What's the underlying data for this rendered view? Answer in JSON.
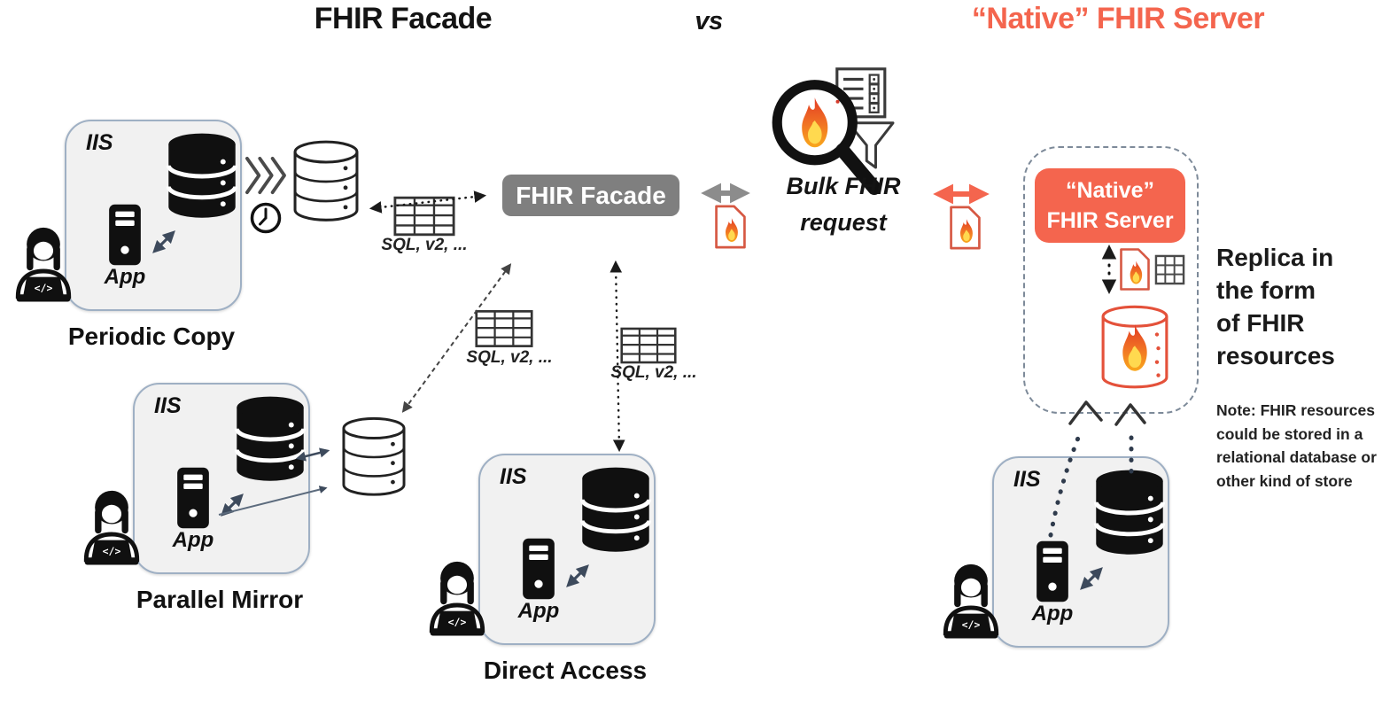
{
  "header": {
    "left_title": "FHIR Facade",
    "vs": "vs",
    "right_title": "“Native” FHIR Server"
  },
  "facade": {
    "label": "FHIR Facade"
  },
  "bulk_request": {
    "line1": "Bulk FHIR",
    "line2": "request"
  },
  "native": {
    "line1": "“Native”",
    "line2": "FHIR Server"
  },
  "groups": [
    {
      "iis": "IIS",
      "app": "App",
      "caption": "Periodic Copy"
    },
    {
      "iis": "IIS",
      "app": "App",
      "caption": "Parallel Mirror"
    },
    {
      "iis": "IIS",
      "app": "App",
      "caption": "Direct Access"
    },
    {
      "iis": "IIS",
      "app": "App",
      "caption": ""
    }
  ],
  "sql_labels": [
    "SQL, v2, ...",
    "SQL, v2, ...",
    "SQL, v2, ..."
  ],
  "replica": {
    "lines": [
      "Replica in",
      "the form",
      "of FHIR",
      "resources"
    ]
  },
  "note": {
    "lines": [
      "Note: FHIR resources",
      "could be stored in a",
      "relational database or",
      "other kind of store"
    ]
  },
  "icons": [
    "developer-icon",
    "app-server-icon",
    "database-icon",
    "copy-chevrons-icon",
    "clock-icon",
    "table-icon",
    "fhir-document-icon",
    "magnifier-flame-icon",
    "checklist-icon",
    "funnel-icon",
    "flame-database-icon",
    "grid-icon"
  ],
  "colors": {
    "coral": "#f4654e",
    "facade_gray": "#7f7f7f",
    "slate_arrow": "#3d4a5c",
    "box_fill": "#f1f1f1",
    "box_border": "#9fb0c4"
  }
}
